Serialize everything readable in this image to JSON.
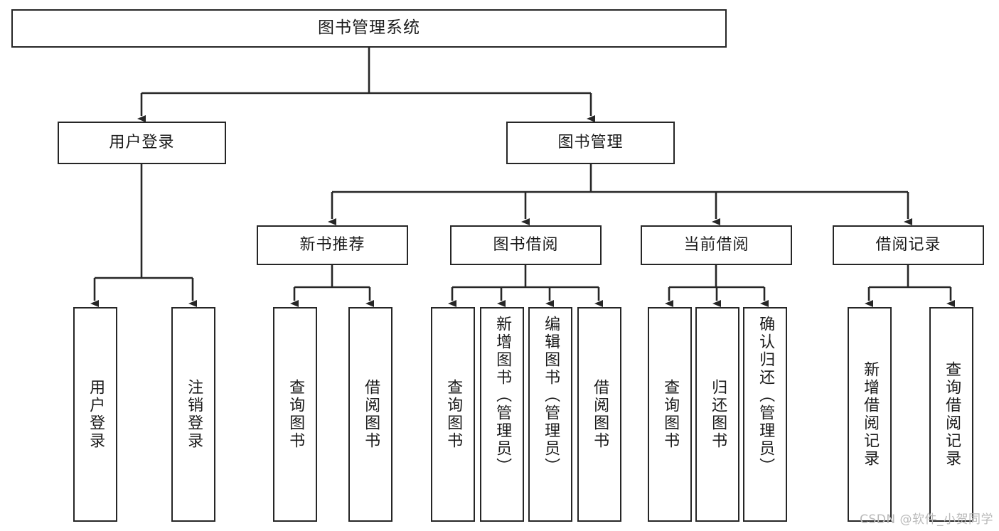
{
  "diagram": {
    "type": "tree-hierarchy",
    "title": "图书管理系统",
    "root": {
      "label": "图书管理系统"
    },
    "level2": [
      {
        "id": "user-login",
        "label": "用户登录"
      },
      {
        "id": "book-manage",
        "label": "图书管理"
      }
    ],
    "level3": [
      {
        "id": "new-book-recommend",
        "label": "新书推荐",
        "parent": "book-manage"
      },
      {
        "id": "book-borrow",
        "label": "图书借阅",
        "parent": "book-manage"
      },
      {
        "id": "current-borrow",
        "label": "当前借阅",
        "parent": "book-manage"
      },
      {
        "id": "borrow-record",
        "label": "借阅记录",
        "parent": "book-manage"
      }
    ],
    "leaves": [
      {
        "id": "leaf-user-login",
        "label": "用户登录",
        "parent": "user-login"
      },
      {
        "id": "leaf-logout-login",
        "label": "注销登录",
        "parent": "user-login"
      },
      {
        "id": "leaf-query-book-1",
        "label": "查询图书",
        "parent": "new-book-recommend"
      },
      {
        "id": "leaf-borrow-book-1",
        "label": "借阅图书",
        "parent": "new-book-recommend"
      },
      {
        "id": "leaf-query-book-2",
        "label": "查询图书",
        "parent": "book-borrow"
      },
      {
        "id": "leaf-add-book",
        "label": "新增图书（管理员）",
        "parent": "book-borrow"
      },
      {
        "id": "leaf-edit-book",
        "label": "编辑图书（管理员）",
        "parent": "book-borrow"
      },
      {
        "id": "leaf-borrow-book-2",
        "label": "借阅图书",
        "parent": "book-borrow"
      },
      {
        "id": "leaf-query-book-3",
        "label": "查询图书",
        "parent": "current-borrow"
      },
      {
        "id": "leaf-return-book",
        "label": "归还图书",
        "parent": "current-borrow"
      },
      {
        "id": "leaf-confirm-return",
        "label": "确认归还（管理员）",
        "parent": "current-borrow"
      },
      {
        "id": "leaf-add-record",
        "label": "新增借阅记录",
        "parent": "borrow-record"
      },
      {
        "id": "leaf-query-record",
        "label": "查询借阅记录",
        "parent": "borrow-record"
      }
    ],
    "colors": {
      "stroke": "#262626",
      "fill": "#ffffff",
      "text": "#1b1b1b",
      "watermark": "#b9b9b9"
    }
  },
  "watermark": {
    "text": "CSDN @软件_小贺同学"
  }
}
